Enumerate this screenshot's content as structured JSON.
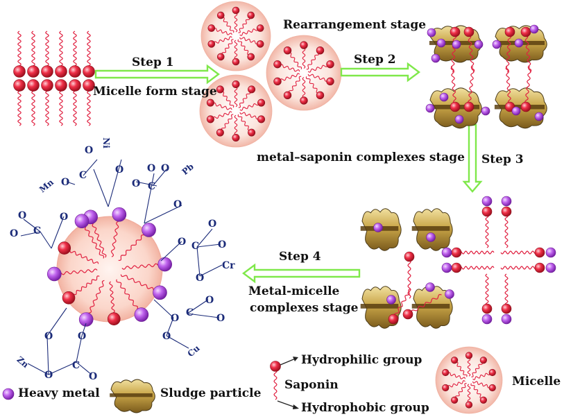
{
  "labels": {
    "step1": "Step 1",
    "step2": "Step 2",
    "step3": "Step 3",
    "step4": "Step 4",
    "micelle_form_stage": "Micelle form stage",
    "rearrangement_stage": "Rearrangement stage",
    "metal_saponin_stage": "metal–saponin complexes stage",
    "metal_micelle_line1": "Metal-micelle",
    "metal_micelle_line2": "complexes stage"
  },
  "legend": {
    "heavy_metal": "Heavy metal",
    "sludge_particle": "Sludge particle",
    "hydrophilic_group": "Hydrophilic group",
    "saponin": "Saponin",
    "hydrophobic_group": "Hydrophobic group",
    "micelle": "Micelle"
  },
  "chem": {
    "ni": "Ni",
    "pb": "Pb",
    "mn": "Mn",
    "cr": "Cr",
    "cu": "Cu",
    "zn": "Zn",
    "o": "O",
    "c": "C"
  },
  "colors": {
    "head_red": "#e8243a",
    "metal_purple": "#b050e0",
    "tail_red": "#e02040",
    "arrow_green": "#7fe84a",
    "sludge_gold": "#b8963a",
    "micelle_pink": "#f7c9be",
    "chem_blue": "#1a2a78"
  }
}
